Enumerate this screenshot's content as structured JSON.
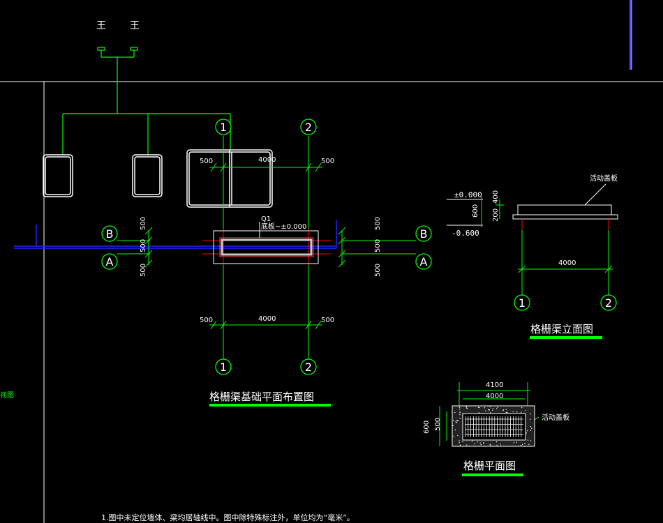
{
  "colors": {
    "background": "#000000",
    "axis_line": "#00ff00",
    "dim_line": "#00ff00",
    "wall": "#ffffff",
    "centerline": "#ff0000",
    "frame": "#ffffff",
    "pipe": "#2222ff",
    "title_underline": "#00ff00"
  },
  "top_symbols": {
    "left": "王",
    "right": "王"
  },
  "plan": {
    "title": "格栅渠基础平面布置图",
    "axis_top": [
      "1",
      "2"
    ],
    "axis_bottom": [
      "1",
      "2"
    ],
    "axis_left": [
      "B",
      "A"
    ],
    "axis_right": [
      "B",
      "A"
    ],
    "dims_top": [
      "500",
      "4000",
      "500"
    ],
    "dims_bottom": [
      "500",
      "4000",
      "500"
    ],
    "dims_left": [
      "500",
      "500",
      "500"
    ],
    "dims_right": [
      "500",
      "500",
      "500"
    ],
    "label_q": "Q1",
    "label_bottom": "底板~±0.000"
  },
  "elevation": {
    "title": "格栅渠立面图",
    "cover_label": "活动盖板",
    "level_top": "±0.000",
    "level_bottom": "-0.600",
    "dim_total_height": "600",
    "dim_upper": "400",
    "dim_lower": "200",
    "dim_span": "4000",
    "axes": [
      "1",
      "2"
    ]
  },
  "grate_plan": {
    "title": "格栅平面图",
    "dim_outer": "4100",
    "dim_inner": "4000",
    "dim_height_outer": "600",
    "dim_height_inner": "500",
    "cover_label": "活动盖板"
  },
  "side_label": "视图",
  "note": "1.图中未定位墙体、梁均居轴线中。图中除特殊标注外，单位均为“毫米”。"
}
